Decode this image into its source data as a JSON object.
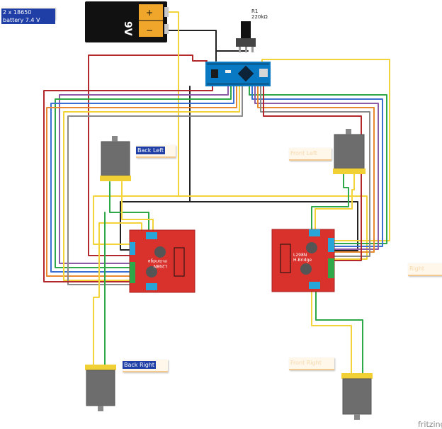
{
  "notes": {
    "battery": "2 x 18650 battery 7.4 V",
    "back_left": "Back Left",
    "front_left": "Front Left",
    "right": "Right",
    "back_right": "Back Right",
    "front_right": "Front Right"
  },
  "battery": {
    "label": "9V",
    "plus": "+",
    "minus": "−"
  },
  "potentiometer": {
    "ref": "R1",
    "value": "220kΩ"
  },
  "driver_left": {
    "text1": "m-bridge",
    "text2": "L298N"
  },
  "driver_right": {
    "text1": "L298N",
    "text2": "H-Bridge"
  },
  "watermark": "fritzing",
  "colors": {
    "board_red": "#d9312c",
    "arduino_blue": "#0a79c4",
    "wire_red": "#b3282d",
    "wire_black": "#222222",
    "wire_yellow": "#f2d43a",
    "wire_green": "#2fa84a",
    "wire_blue": "#3b6fd1",
    "wire_purple": "#8d5aa6",
    "wire_orange": "#e8892f",
    "wire_gray": "#8a8a8a"
  }
}
